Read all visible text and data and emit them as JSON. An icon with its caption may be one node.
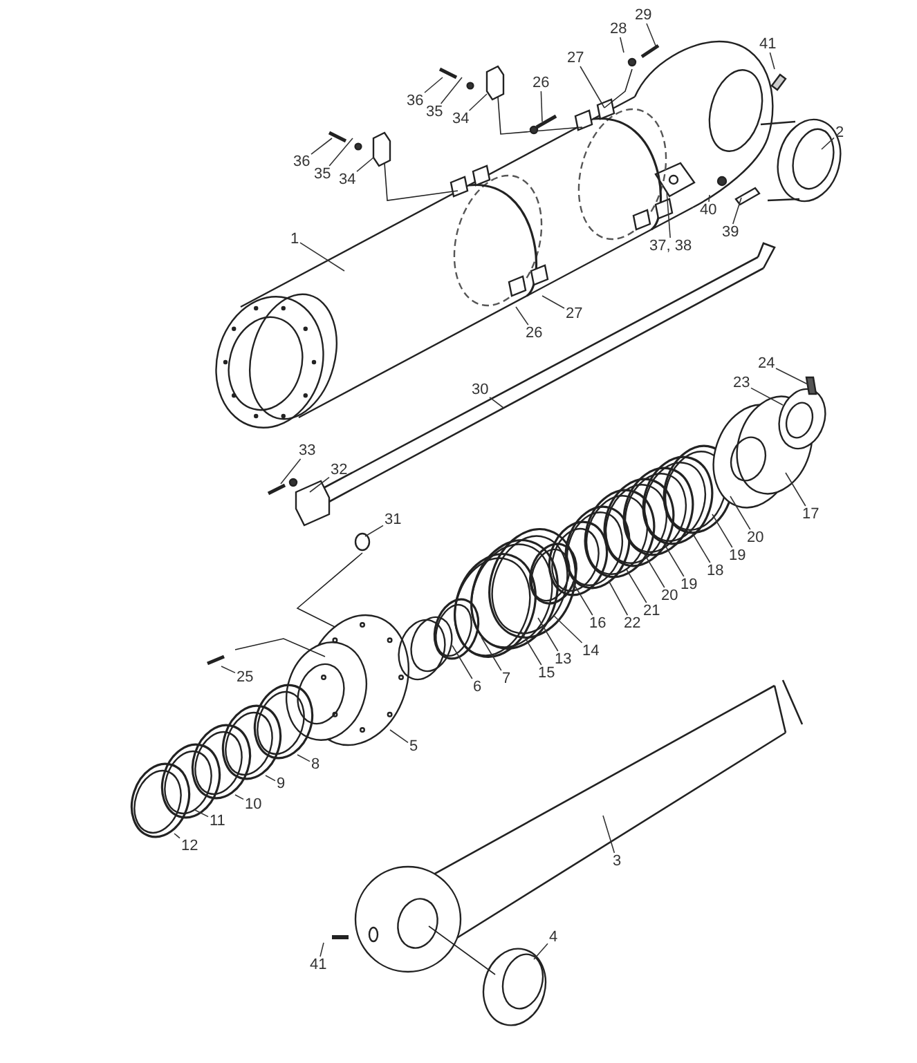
{
  "diagram": {
    "nodes": [
      {
        "text": [
          "29"
        ]
      },
      {
        "text": [
          "28"
        ]
      },
      {
        "text": [
          "41"
        ]
      },
      {
        "text": [
          "27"
        ]
      },
      {
        "text": [
          "26"
        ]
      },
      {
        "text": [
          "36"
        ]
      },
      {
        "text": [
          "35"
        ]
      },
      {
        "text": [
          "34"
        ]
      },
      {
        "text": [
          "2"
        ]
      },
      {
        "text": [
          "36"
        ]
      },
      {
        "text": [
          "35"
        ]
      },
      {
        "text": [
          "34"
        ]
      },
      {
        "text": [
          "1"
        ]
      },
      {
        "text": [
          "40"
        ]
      },
      {
        "text": [
          "39"
        ]
      },
      {
        "text": [
          "37, 38"
        ]
      },
      {
        "text": [
          "27"
        ]
      },
      {
        "text": [
          "26"
        ]
      },
      {
        "text": [
          "24"
        ]
      },
      {
        "text": [
          "23"
        ]
      },
      {
        "text": [
          "30"
        ]
      },
      {
        "text": [
          "33"
        ]
      },
      {
        "text": [
          "32"
        ]
      },
      {
        "text": [
          "31"
        ]
      },
      {
        "text": [
          "17"
        ]
      },
      {
        "text": [
          "20"
        ]
      },
      {
        "text": [
          "19"
        ]
      },
      {
        "text": [
          "18"
        ]
      },
      {
        "text": [
          "19"
        ]
      },
      {
        "text": [
          "20"
        ]
      },
      {
        "text": [
          "21"
        ]
      },
      {
        "text": [
          "22"
        ]
      },
      {
        "text": [
          "16"
        ]
      },
      {
        "text": [
          "14"
        ]
      },
      {
        "text": [
          "13"
        ]
      },
      {
        "text": [
          "15"
        ]
      },
      {
        "text": [
          "7"
        ]
      },
      {
        "text": [
          "6"
        ]
      },
      {
        "text": [
          "25"
        ]
      },
      {
        "text": [
          "5"
        ]
      },
      {
        "text": [
          "8"
        ]
      },
      {
        "text": [
          "9"
        ]
      },
      {
        "text": [
          "10"
        ]
      },
      {
        "text": [
          "11"
        ]
      },
      {
        "text": [
          "12"
        ]
      },
      {
        "text": [
          "3"
        ]
      },
      {
        "text": [
          "4"
        ]
      },
      {
        "text": [
          "41"
        ]
      }
    ],
    "edges": [
      {
        "from": 0,
        "to": null,
        "arrow": "none"
      },
      {
        "from": 1,
        "to": null,
        "arrow": "none"
      },
      {
        "from": 2,
        "to": null,
        "arrow": "none"
      },
      {
        "from": 3,
        "to": null,
        "arrow": "none"
      },
      {
        "from": 4,
        "to": null,
        "arrow": "none"
      },
      {
        "from": 5,
        "to": null,
        "arrow": "none"
      },
      {
        "from": 6,
        "to": null,
        "arrow": "none"
      },
      {
        "from": 7,
        "to": null,
        "arrow": "none"
      },
      {
        "from": 8,
        "to": null,
        "arrow": "none"
      },
      {
        "from": 9,
        "to": null,
        "arrow": "none"
      },
      {
        "from": 10,
        "to": null,
        "arrow": "none"
      },
      {
        "from": 11,
        "to": null,
        "arrow": "none"
      },
      {
        "from": 12,
        "to": null,
        "arrow": "none"
      },
      {
        "from": 13,
        "to": null,
        "arrow": "none"
      },
      {
        "from": 14,
        "to": null,
        "arrow": "none"
      },
      {
        "from": 15,
        "to": null,
        "arrow": "none"
      },
      {
        "from": 16,
        "to": null,
        "arrow": "none"
      },
      {
        "from": 17,
        "to": null,
        "arrow": "none"
      },
      {
        "from": 18,
        "to": null,
        "arrow": "none"
      },
      {
        "from": 19,
        "to": null,
        "arrow": "none"
      },
      {
        "from": 20,
        "to": null,
        "arrow": "none"
      },
      {
        "from": 21,
        "to": null,
        "arrow": "none"
      },
      {
        "from": 22,
        "to": null,
        "arrow": "none"
      },
      {
        "from": 23,
        "to": null,
        "arrow": "none"
      },
      {
        "from": 24,
        "to": null,
        "arrow": "none"
      },
      {
        "from": 25,
        "to": null,
        "arrow": "none"
      },
      {
        "from": 26,
        "to": null,
        "arrow": "none"
      },
      {
        "from": 27,
        "to": null,
        "arrow": "none"
      },
      {
        "from": 28,
        "to": null,
        "arrow": "none"
      },
      {
        "from": 29,
        "to": null,
        "arrow": "none"
      },
      {
        "from": 30,
        "to": null,
        "arrow": "none"
      },
      {
        "from": 31,
        "to": null,
        "arrow": "none"
      },
      {
        "from": 32,
        "to": null,
        "arrow": "none"
      },
      {
        "from": 33,
        "to": null,
        "arrow": "none"
      },
      {
        "from": 34,
        "to": null,
        "arrow": "none"
      },
      {
        "from": 35,
        "to": null,
        "arrow": "none"
      },
      {
        "from": 36,
        "to": null,
        "arrow": "none"
      },
      {
        "from": 37,
        "to": null,
        "arrow": "none"
      },
      {
        "from": 38,
        "to": null,
        "arrow": "none"
      },
      {
        "from": 39,
        "to": null,
        "arrow": "none"
      },
      {
        "from": 40,
        "to": null,
        "arrow": "none"
      },
      {
        "from": 41,
        "to": null,
        "arrow": "none"
      },
      {
        "from": 42,
        "to": null,
        "arrow": "none"
      },
      {
        "from": 43,
        "to": null,
        "arrow": "none"
      },
      {
        "from": 44,
        "to": null,
        "arrow": "none"
      },
      {
        "from": 45,
        "to": null,
        "arrow": "none"
      },
      {
        "from": 46,
        "to": null,
        "arrow": "none"
      },
      {
        "from": 47,
        "to": null,
        "arrow": "none"
      }
    ]
  }
}
